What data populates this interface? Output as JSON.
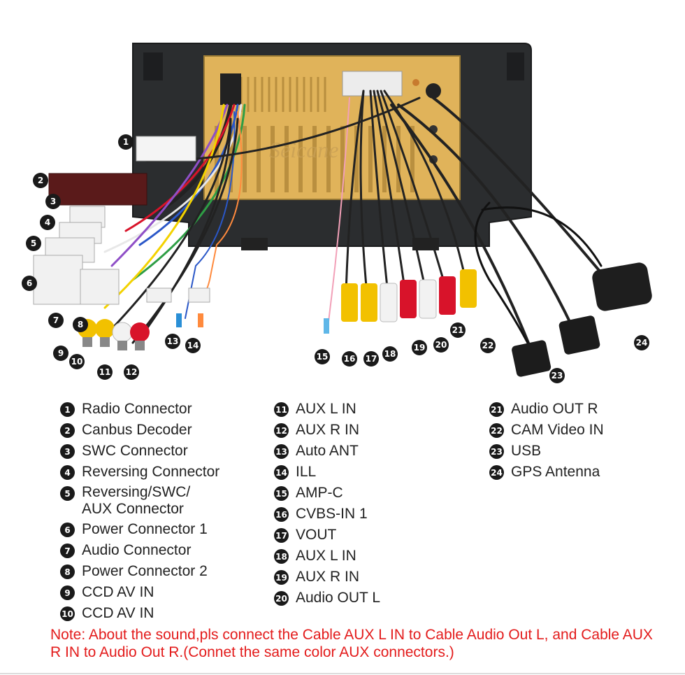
{
  "watermark": "Seicane",
  "legend": {
    "col1": [
      {
        "num": "1",
        "label": "Radio Connector"
      },
      {
        "num": "2",
        "label": "Canbus Decoder"
      },
      {
        "num": "3",
        "label": "SWC Connector"
      },
      {
        "num": "4",
        "label": "Reversing Connector"
      },
      {
        "num": "5",
        "label": "Reversing/SWC/\nAUX Connector"
      },
      {
        "num": "6",
        "label": "Power Connector 1"
      },
      {
        "num": "7",
        "label": "Audio Connector"
      },
      {
        "num": "8",
        "label": "Power Connector 2"
      },
      {
        "num": "9",
        "label": "CCD AV IN"
      },
      {
        "num": "10",
        "label": "CCD AV IN"
      }
    ],
    "col2": [
      {
        "num": "11",
        "label": "AUX L IN"
      },
      {
        "num": "12",
        "label": "AUX R IN"
      },
      {
        "num": "13",
        "label": "Auto ANT"
      },
      {
        "num": "14",
        "label": "ILL"
      },
      {
        "num": "15",
        "label": "AMP-C"
      },
      {
        "num": "16",
        "label": "CVBS-IN 1"
      },
      {
        "num": "17",
        "label": "VOUT"
      },
      {
        "num": "18",
        "label": "AUX L IN"
      },
      {
        "num": "19",
        "label": "AUX R IN"
      },
      {
        "num": "20",
        "label": "Audio OUT L"
      }
    ],
    "col3": [
      {
        "num": "21",
        "label": "Audio OUT R"
      },
      {
        "num": "22",
        "label": "CAM Video IN"
      },
      {
        "num": "23",
        "label": "USB"
      },
      {
        "num": "24",
        "label": "GPS Antenna"
      }
    ]
  },
  "note": "Note: About the sound,pls connect the Cable AUX L IN to Cable Audio Out L, and Cable AUX R IN to  Audio Out R.(Connet the same color AUX connectors.)",
  "callouts": [
    "1",
    "2",
    "3",
    "4",
    "5",
    "6",
    "7",
    "8",
    "9",
    "10",
    "11",
    "12",
    "13",
    "14",
    "15",
    "16",
    "17",
    "18",
    "19",
    "20",
    "21",
    "22",
    "23",
    "24"
  ],
  "colors": {
    "frame": "#2b2d2f",
    "panel": "#e0b35a",
    "rca_yellow": "#f2c100",
    "rca_red": "#d8132a",
    "rca_white": "#f2f2f2",
    "note": "#e31b1b"
  }
}
